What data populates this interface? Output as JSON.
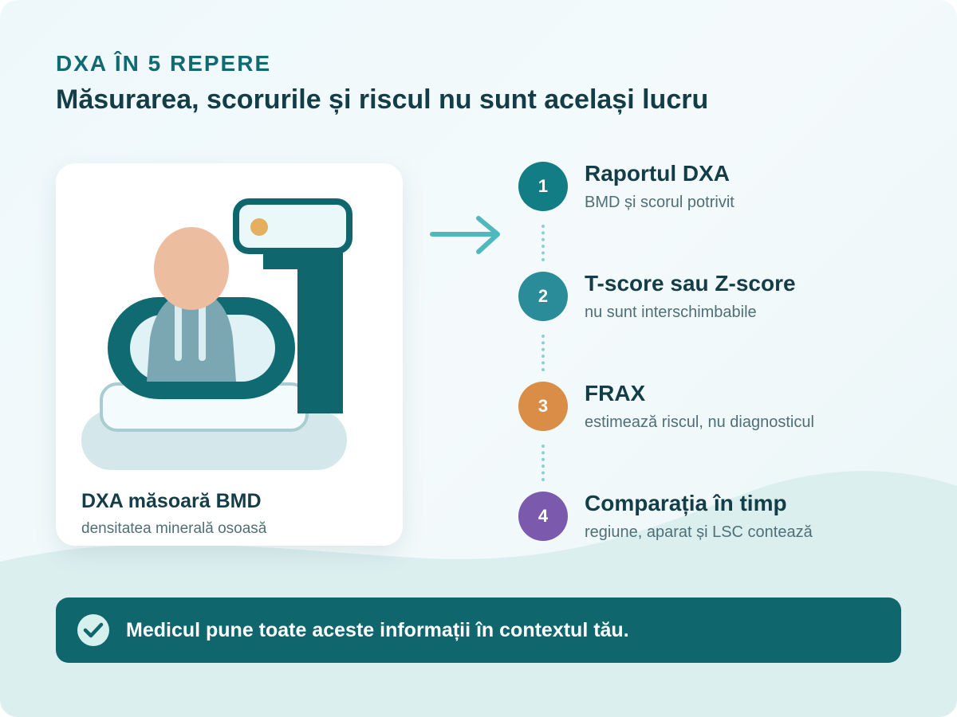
{
  "header": {
    "eyebrow": "DXA ÎN 5 REPERE",
    "title": "Măsurarea, scorurile și riscul nu sunt același lucru"
  },
  "card": {
    "title": "DXA măsoară BMD",
    "subtitle": "densitatea minerală osoasă"
  },
  "steps": [
    {
      "number": "1",
      "title": "Raportul DXA",
      "subtitle": "BMD și scorul potrivit",
      "color": "#137d86"
    },
    {
      "number": "2",
      "title": "T-score sau Z-score",
      "subtitle": "nu sunt interschimbabile",
      "color": "#2a8b99"
    },
    {
      "number": "3",
      "title": "FRAX",
      "subtitle": "estimează riscul, nu diagnosticul",
      "color": "#d98d47"
    },
    {
      "number": "4",
      "title": "Comparația în timp",
      "subtitle": "regiune, aparat și LSC contează",
      "color": "#7b59ad"
    }
  ],
  "banner": {
    "text": "Medicul pune toate aceste informații în contextul tău.",
    "icon": "check-circle-icon"
  },
  "colors": {
    "accent": "#0f666d",
    "heading": "#133d47",
    "eyebrow": "#0f6a72"
  }
}
